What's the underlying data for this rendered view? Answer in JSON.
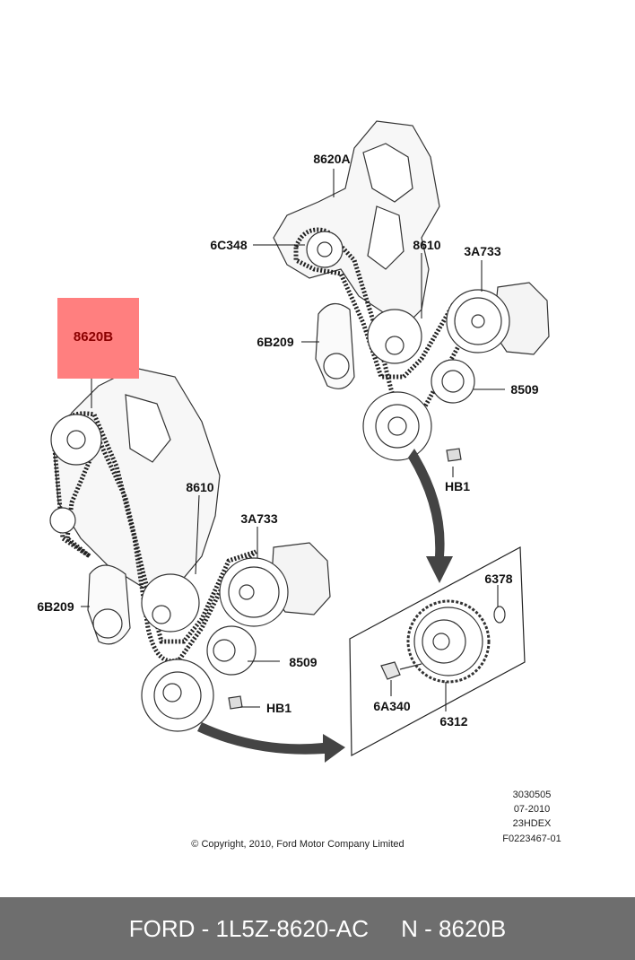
{
  "diagram": {
    "highlight": {
      "label": "8620B",
      "color": "#ff7f7f"
    },
    "upper_assembly": {
      "labels": {
        "belt": "8620A",
        "idler": "6C348",
        "generator": "8610",
        "pump": "3A733",
        "tensioner": "6B209",
        "pulley": "8509",
        "bolt": "HB1"
      }
    },
    "lower_assembly": {
      "labels": {
        "generator": "8610",
        "pump": "3A733",
        "tensioner": "6B209",
        "pulley": "8509",
        "bolt": "HB1"
      }
    },
    "detail_box": {
      "labels": {
        "seal": "6378",
        "bolt": "6A340",
        "damper": "6312"
      }
    },
    "meta_codes": [
      "3030505",
      "07-2010",
      "23HDEX",
      "F0223467-01"
    ],
    "copyright": "© Copyright, 2010, Ford Motor Company Limited"
  },
  "footer": {
    "part_number": "FORD - 1L5Z-8620-AC",
    "reference": "N - 8620B"
  }
}
